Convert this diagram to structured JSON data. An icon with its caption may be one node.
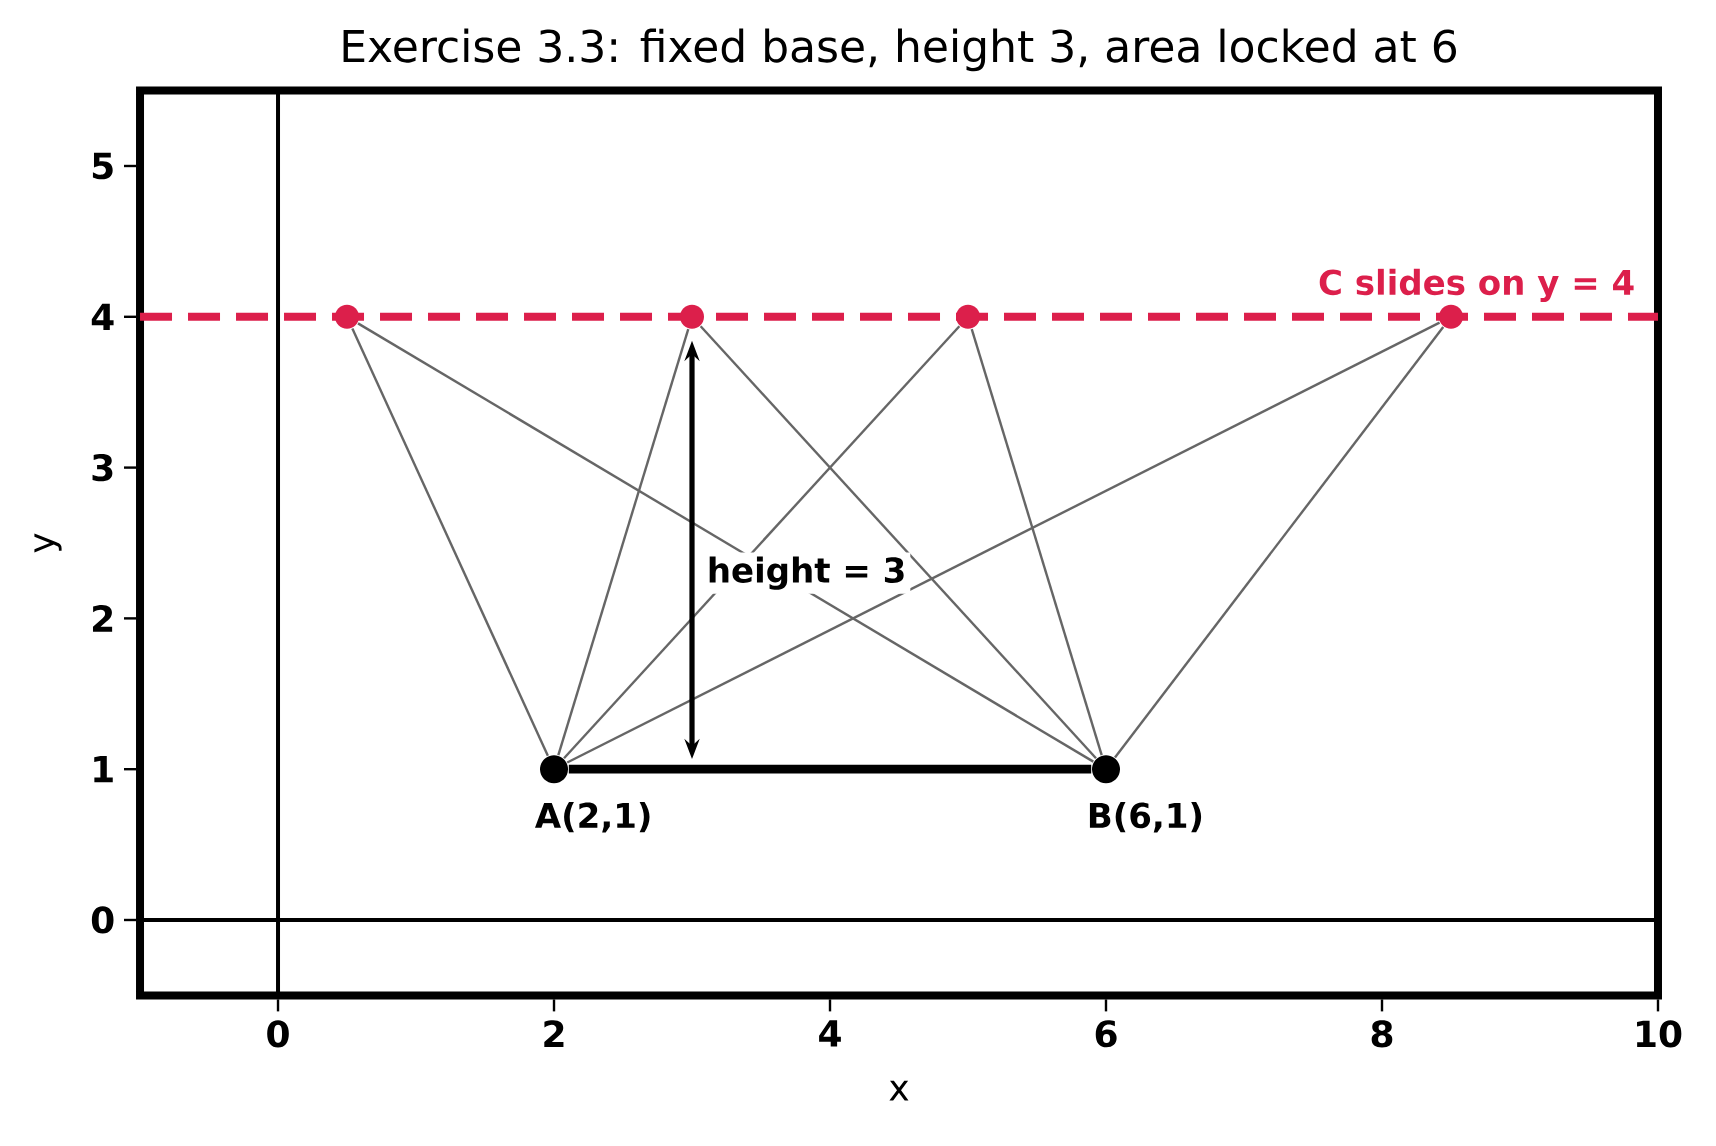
{
  "diagram": {
    "title": "Exercise 3.3: fixed base, height 3, area locked at 6",
    "nodes": [
      {
        "text": [],
        "shape": "circle",
        "beside": [
          "A(2,1)"
        ]
      },
      {
        "text": [],
        "shape": "circle",
        "beside": [
          "B(6,1)"
        ]
      },
      {
        "text": [],
        "shape": "circle"
      },
      {
        "text": [],
        "shape": "circle"
      },
      {
        "text": [],
        "shape": "circle"
      },
      {
        "text": [],
        "shape": "circle"
      }
    ],
    "edges": [
      {
        "from": 0,
        "to": 1,
        "arrow": "none",
        "style": "thick",
        "color": "#000000"
      },
      {
        "from": 2,
        "to": 0,
        "arrow": "none"
      },
      {
        "from": 2,
        "to": 1,
        "arrow": "none"
      },
      {
        "from": 3,
        "to": 0,
        "arrow": "none"
      },
      {
        "from": 3,
        "to": 1,
        "arrow": "none"
      },
      {
        "from": 4,
        "to": 0,
        "arrow": "none"
      },
      {
        "from": 4,
        "to": 1,
        "arrow": "none"
      },
      {
        "from": 5,
        "to": 0,
        "arrow": "none"
      },
      {
        "from": 5,
        "to": 1,
        "arrow": "none"
      }
    ],
    "labels": [
      "C slides on y = 4",
      "height = 3",
      "0",
      "2",
      "4",
      "6",
      "8",
      "10",
      "0",
      "1",
      "2",
      "3",
      "4",
      "5",
      "x",
      "y"
    ]
  }
}
